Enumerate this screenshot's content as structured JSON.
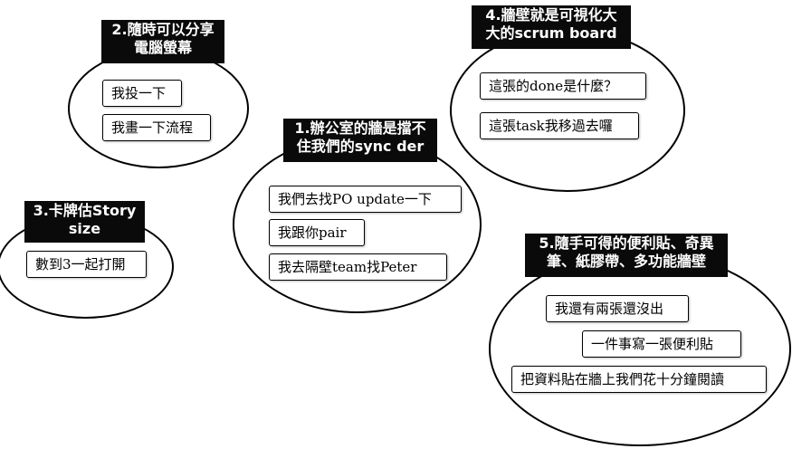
{
  "groups": [
    {
      "title": "2.隨時可以分享\n電腦螢幕",
      "items": [
        "我投一下",
        "我畫一下流程"
      ]
    },
    {
      "title": "1.辦公室的牆是擋不\n住我們的sync der",
      "items": [
        "我們去找PO update一下",
        "我跟你pair",
        "我去隔壁team找Peter"
      ]
    },
    {
      "title": "3.卡牌估Story\nsize",
      "items": [
        "數到3一起打開"
      ]
    },
    {
      "title": "4.牆壁就是可視化大\n大的scrum board",
      "items": [
        "這張的done是什麼？",
        "這張task我移過去囉"
      ]
    },
    {
      "title": "5.隨手可得的便利貼、奇異\n筆、紙膠帶、多功能牆壁",
      "items": [
        "我還有兩張還沒出",
        "一件事寫一張便利貼",
        "把資料貼在牆上我們花十分鐘閱讀"
      ]
    }
  ]
}
